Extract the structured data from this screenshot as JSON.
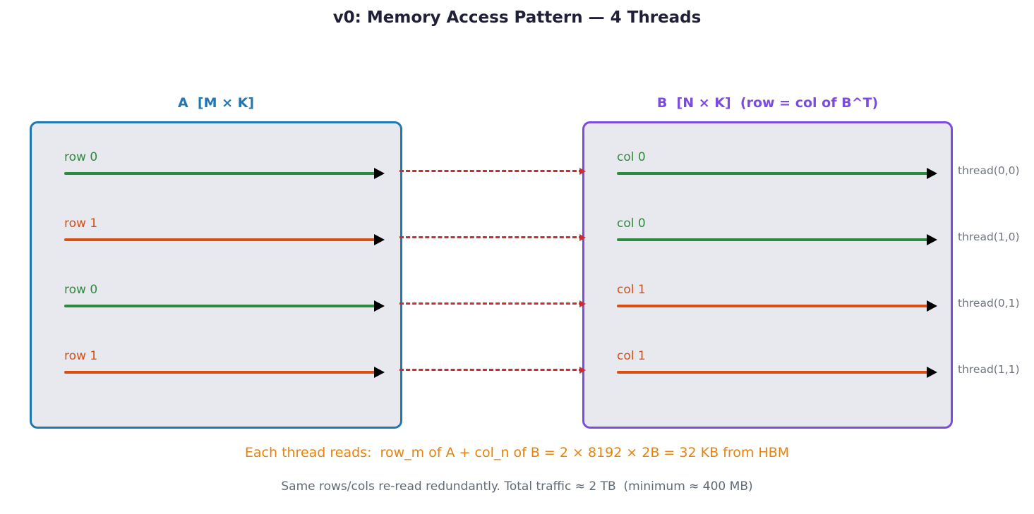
{
  "title": "v0: Memory Access Pattern — 4 Threads",
  "colors": {
    "title_text": "#1f1f38",
    "panel_a_border": "#1f77b4",
    "panel_b_border": "#7c4be0",
    "panel_fill": "#e8e9ef",
    "green_arrow": "#2e8b3d",
    "orange_arrow": "#d94e12",
    "connector_red": "#d22b2f",
    "caption_orange": "#e8820c",
    "caption_gray": "#5f6b76",
    "thread_label_gray": "#6e7480"
  },
  "panel_a": {
    "title": "A  [M × K]",
    "rows": [
      {
        "label": "row 0",
        "color": "green"
      },
      {
        "label": "row 1",
        "color": "orange"
      },
      {
        "label": "row 0",
        "color": "green"
      },
      {
        "label": "row 1",
        "color": "orange"
      }
    ]
  },
  "panel_b": {
    "title": "B  [N × K]  (row = col of B^T)",
    "rows": [
      {
        "label": "col 0",
        "color": "green",
        "thread": "thread(0,0)"
      },
      {
        "label": "col 0",
        "color": "green",
        "thread": "thread(1,0)"
      },
      {
        "label": "col 1",
        "color": "orange",
        "thread": "thread(0,1)"
      },
      {
        "label": "col 1",
        "color": "orange",
        "thread": "thread(1,1)"
      }
    ]
  },
  "captions": {
    "per_thread": "Each thread reads:  row_m of A + col_n of B = 2 × 8192 × 2B = 32 KB from HBM",
    "summary": "Same rows/cols re-read redundantly. Total traffic ≈ 2 TB  (minimum ≈ 400 MB)"
  }
}
